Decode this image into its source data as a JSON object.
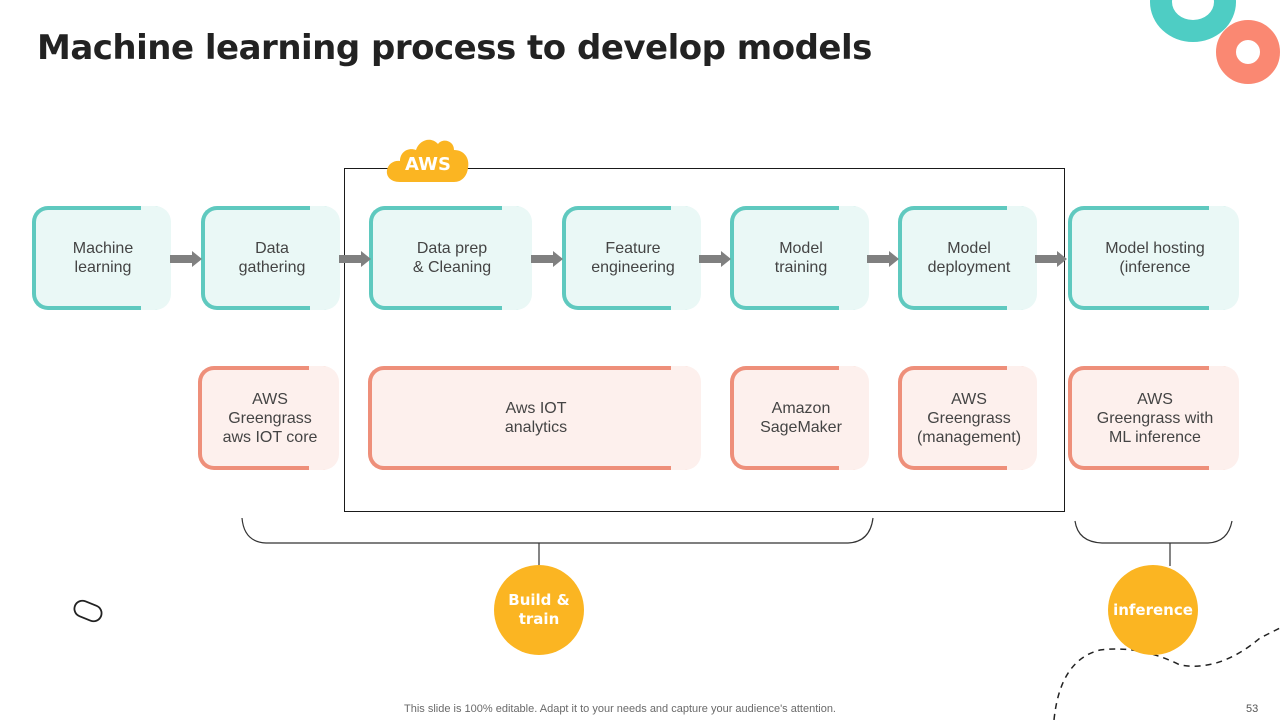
{
  "slide": {
    "title": "Machine learning process to develop models",
    "footer_note": "This slide is 100% editable. Adapt it to your needs and capture your audience's attention.",
    "page_number": "53"
  },
  "colors": {
    "teal": "#5fc9bf",
    "teal_fill": "#eaf8f6",
    "coral": "#ee8f7a",
    "coral_fill": "#fdf0ed",
    "amber": "#fbb522",
    "arrow_gray": "#808080"
  },
  "aws_group": {
    "label": "AWS",
    "icon": "cloud-icon"
  },
  "process_steps": [
    {
      "label": "Machine\nlearning"
    },
    {
      "label": "Data\ngathering"
    },
    {
      "label": "Data prep\n& Cleaning"
    },
    {
      "label": "Feature\nengineering"
    },
    {
      "label": "Model\ntraining"
    },
    {
      "label": "Model\ndeployment"
    },
    {
      "label": "Model hosting\n(inference"
    }
  ],
  "services": [
    {
      "label": "AWS\nGreengrass\naws IOT core"
    },
    {
      "label": "Aws IOT\nanalytics"
    },
    {
      "label": "Amazon\nSageMaker"
    },
    {
      "label": "AWS\nGreengrass\n(management)"
    },
    {
      "label": "AWS\nGreengrass with\nML inference"
    }
  ],
  "phases": [
    {
      "label": "Build &\ntrain"
    },
    {
      "label": "inference"
    }
  ]
}
